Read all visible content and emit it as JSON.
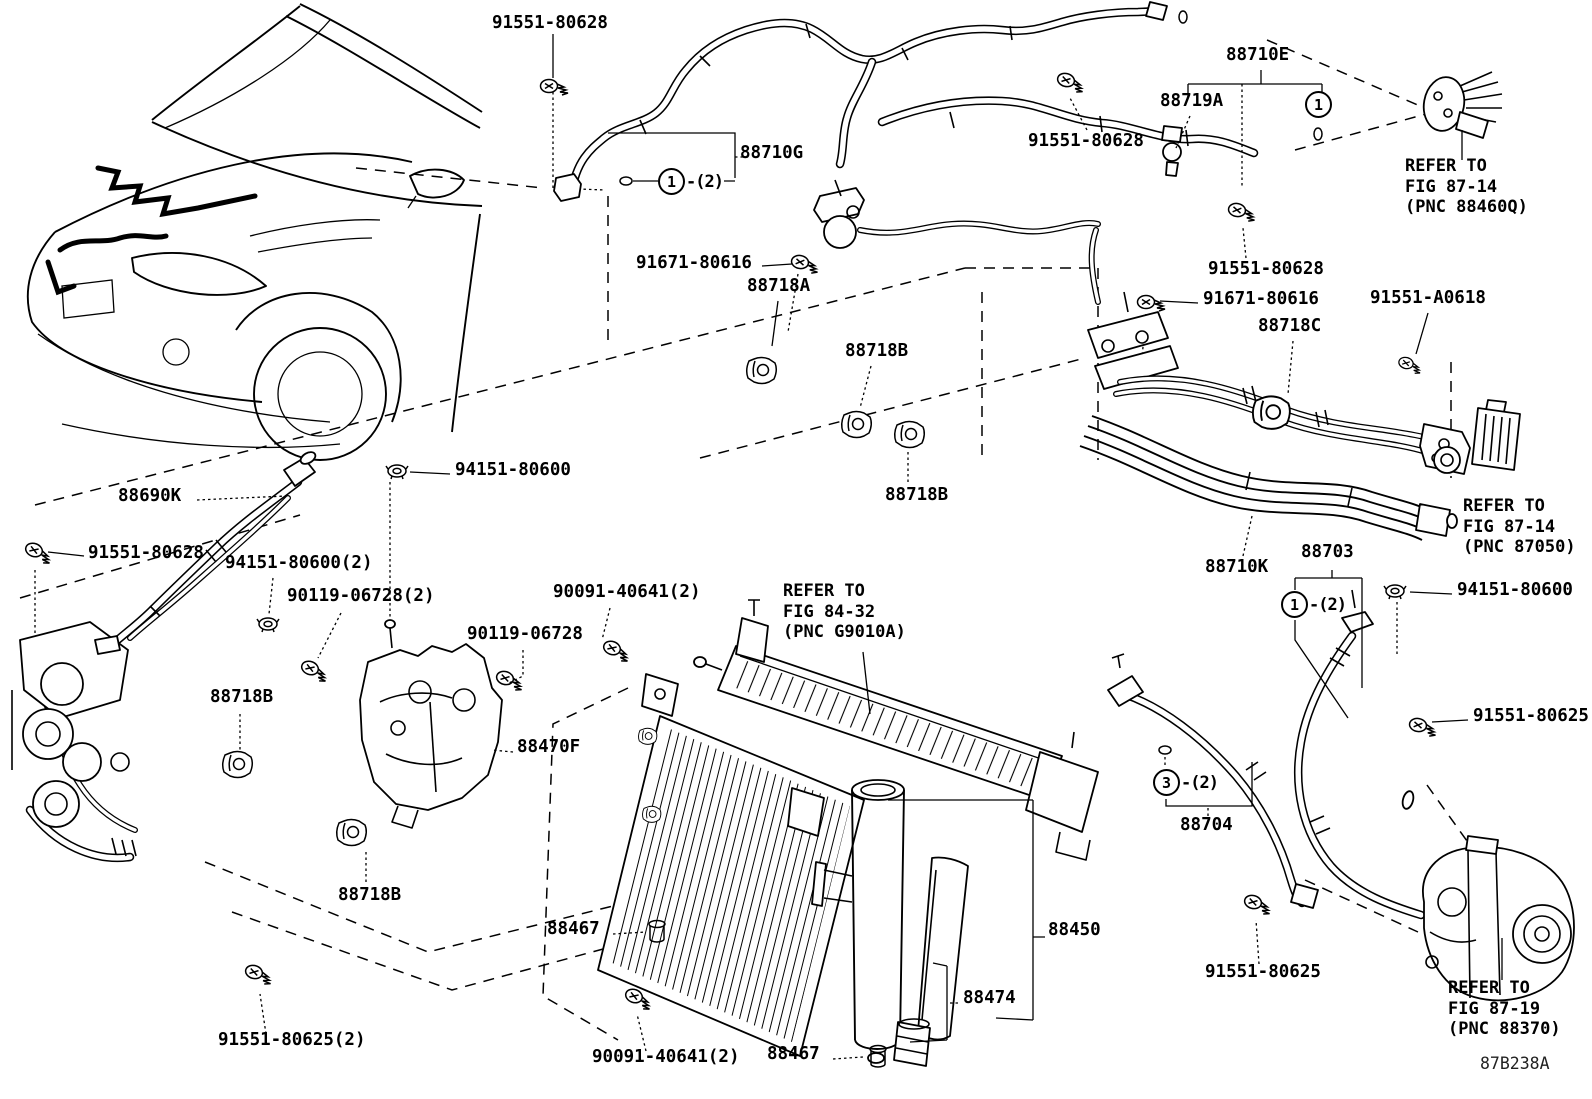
{
  "diagram": {
    "drawing_code": "87B238A",
    "parts": [
      {
        "text": "91551-80628"
      },
      {
        "text": "88710G"
      },
      {
        "text": "88710E"
      },
      {
        "text": "88719A"
      },
      {
        "text": "91551-80628"
      },
      {
        "text": "91671-80616"
      },
      {
        "text": "88718A"
      },
      {
        "text": "91551-80628"
      },
      {
        "text": "88718B"
      },
      {
        "text": "91671-80616"
      },
      {
        "text": "88718C"
      },
      {
        "text": "91551-A0618"
      },
      {
        "text": "88718B"
      },
      {
        "text": "94151-80600"
      },
      {
        "text": "88690K"
      },
      {
        "text": "91551-80628"
      },
      {
        "text": "94151-80600(2)"
      },
      {
        "text": "90119-06728(2)"
      },
      {
        "text": "90119-06728"
      },
      {
        "text": "90091-40641(2)"
      },
      {
        "text": "88710K"
      },
      {
        "text": "88703"
      },
      {
        "text": "94151-80600"
      },
      {
        "text": "88718B"
      },
      {
        "text": "88470F"
      },
      {
        "text": "91551-80625"
      },
      {
        "text": "88704"
      },
      {
        "text": "88718B"
      },
      {
        "text": "88467"
      },
      {
        "text": "88450"
      },
      {
        "text": "88474"
      },
      {
        "text": "91551-80625(2)"
      },
      {
        "text": "90091-40641(2)"
      },
      {
        "text": "88467"
      },
      {
        "text": "91551-80625"
      }
    ],
    "notes": [
      {
        "text": "REFER TO\nFIG 87-14\n(PNC 88460Q)"
      },
      {
        "text": "REFER TO\nFIG 87-14\n(PNC 87050)"
      },
      {
        "text": "REFER TO\nFIG 84-32\n(PNC G9010A)"
      },
      {
        "text": "REFER TO\nFIG 87-19\n(PNC 88370)"
      }
    ],
    "callouts": [
      {
        "num": "1",
        "suffix": "-(2)"
      },
      {
        "num": "1",
        "suffix": ""
      },
      {
        "num": "1",
        "suffix": "-(2)"
      },
      {
        "num": "3",
        "suffix": "-(2)"
      }
    ]
  }
}
